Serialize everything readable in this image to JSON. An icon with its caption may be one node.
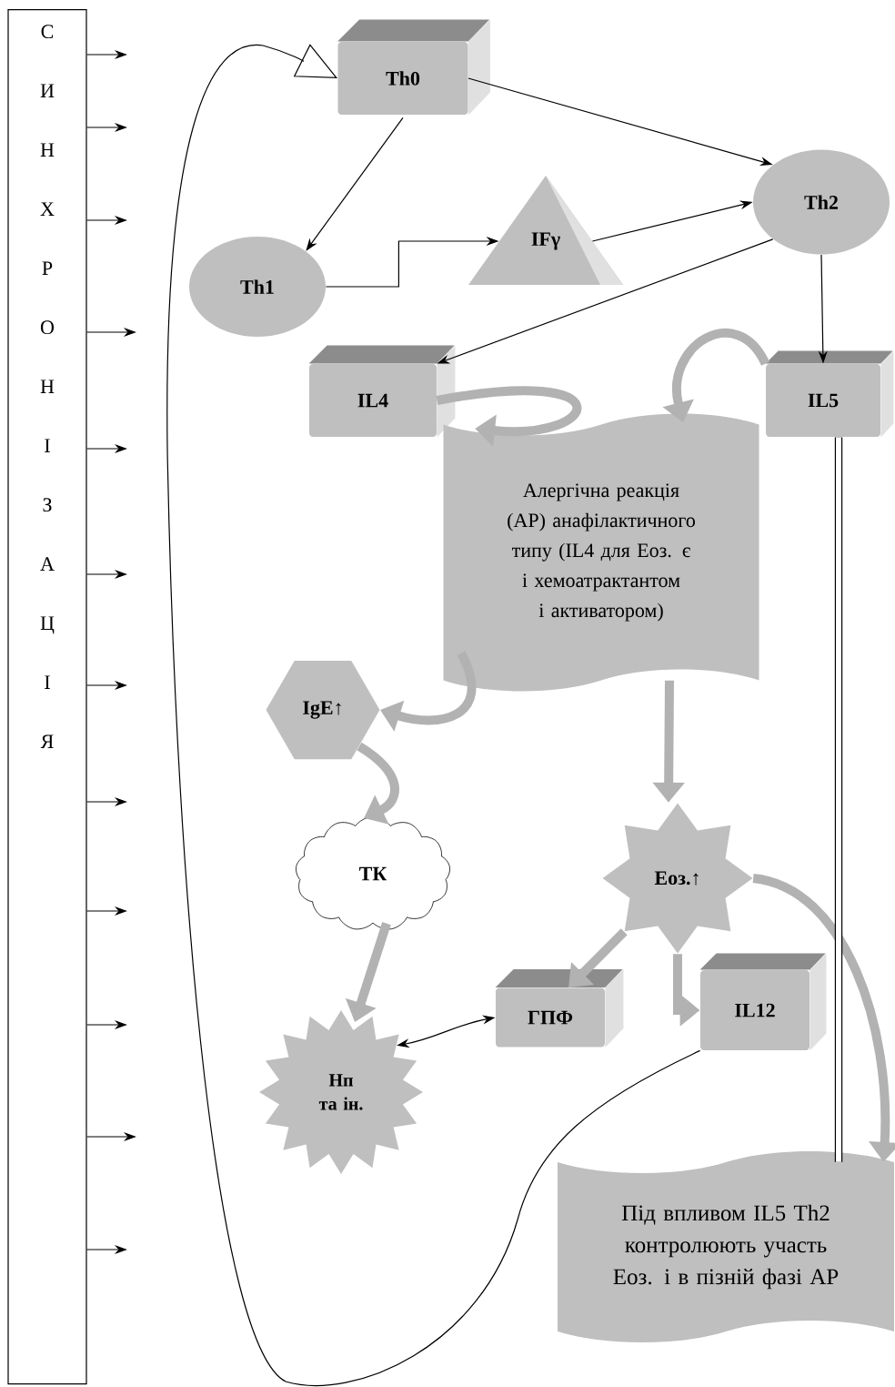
{
  "diagram": {
    "nodes": [
      {
        "text": [
          "С И Н Х Р О Н І З А Ц І Я"
        ]
      },
      {
        "text": [
          "Th0"
        ]
      },
      {
        "text": [
          "Th1"
        ]
      },
      {
        "text": [
          "IFγ"
        ]
      },
      {
        "text": [
          "Th2"
        ]
      },
      {
        "text": [
          "IL4"
        ]
      },
      {
        "text": [
          "IL5"
        ]
      },
      {
        "text": [
          "Алергічна реакція (АР) анафілактичного типу (IL4 для Еоз. є і хемоатрактантом і активатором)"
        ]
      },
      {
        "text": [
          "IgE↑"
        ]
      },
      {
        "text": [
          "ТК"
        ]
      },
      {
        "text": [
          "Еоз.↑"
        ]
      },
      {
        "text": [
          "ГПФ"
        ]
      },
      {
        "text": [
          "IL12"
        ]
      },
      {
        "text": [
          "Нп та ін."
        ]
      },
      {
        "text": [
          "Під впливом IL5 Th2 контролюють участь Еоз. і в пізній фазі АР"
        ]
      }
    ],
    "edges": [
      {
        "from": 0,
        "to": null,
        "arrow": "to"
      },
      {
        "from": 0,
        "to": null,
        "arrow": "to"
      },
      {
        "from": 0,
        "to": null,
        "arrow": "to"
      },
      {
        "from": 0,
        "to": null,
        "arrow": "to"
      },
      {
        "from": 0,
        "to": null,
        "arrow": "to"
      },
      {
        "from": 0,
        "to": null,
        "arrow": "to"
      },
      {
        "from": 0,
        "to": null,
        "arrow": "to"
      },
      {
        "from": 0,
        "to": null,
        "arrow": "to"
      },
      {
        "from": 0,
        "to": null,
        "arrow": "to"
      },
      {
        "from": 0,
        "to": null,
        "arrow": "to"
      },
      {
        "from": 0,
        "to": null,
        "arrow": "to"
      },
      {
        "from": 0,
        "to": null,
        "arrow": "to"
      },
      {
        "from": 12,
        "to": 1,
        "arrow": "to"
      },
      {
        "from": 1,
        "to": 4,
        "arrow": "to"
      },
      {
        "from": 1,
        "to": 2,
        "arrow": "to"
      },
      {
        "from": 2,
        "to": 3,
        "arrow": "to"
      },
      {
        "from": 3,
        "to": 4,
        "arrow": "to"
      },
      {
        "from": 4,
        "to": 5,
        "arrow": "to"
      },
      {
        "from": 4,
        "to": 6,
        "arrow": "to"
      },
      {
        "from": 5,
        "to": 7,
        "arrow": "to",
        "style": "thick",
        "color": "#b2b2b2"
      },
      {
        "from": 6,
        "to": 7,
        "arrow": "to",
        "style": "thick",
        "color": "#b2b2b2"
      },
      {
        "from": 7,
        "to": 8,
        "arrow": "to",
        "style": "thick",
        "color": "#b2b2b2"
      },
      {
        "from": 8,
        "to": 9,
        "arrow": "to",
        "style": "thick",
        "color": "#b2b2b2"
      },
      {
        "from": 7,
        "to": 10,
        "arrow": "to",
        "style": "thick",
        "color": "#b2b2b2"
      },
      {
        "from": 9,
        "to": 13,
        "arrow": "to",
        "style": "thick",
        "color": "#b2b2b2"
      },
      {
        "from": 13,
        "to": 11,
        "arrow": "both"
      },
      {
        "from": 10,
        "to": 11,
        "arrow": "to",
        "style": "thick",
        "color": "#b2b2b2"
      },
      {
        "from": 10,
        "to": 12,
        "arrow": "to",
        "style": "thick",
        "color": "#b2b2b2"
      },
      {
        "from": 10,
        "to": 14,
        "arrow": "to",
        "style": "thick",
        "color": "#b2b2b2"
      },
      {
        "from": 6,
        "to": 14,
        "arrow": "none",
        "style": "thick"
      }
    ]
  }
}
